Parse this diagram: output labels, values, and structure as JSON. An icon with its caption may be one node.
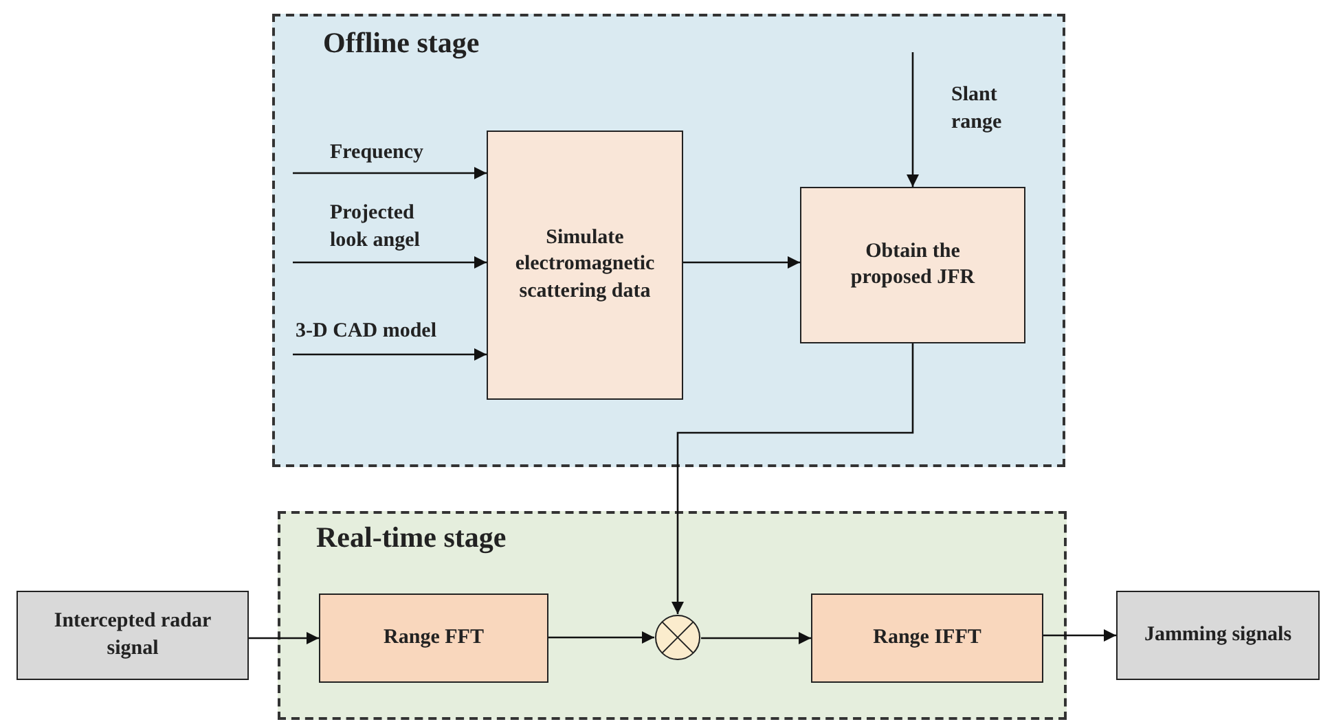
{
  "diagram": {
    "nodes": [
      {
        "text": [
          "Offline stage"
        ]
      },
      {
        "text": [
          "Simulate electromagnetic scattering data"
        ],
        "in": 0
      },
      {
        "text": [
          "Obtain the proposed JFR"
        ],
        "in": 0
      },
      {
        "text": [
          "Real-time stage"
        ]
      },
      {
        "text": [
          "Intercepted radar signal"
        ]
      },
      {
        "text": [
          "Range FFT"
        ],
        "in": 3
      },
      {
        "text": [],
        "shape": "circle",
        "in": 3
      },
      {
        "text": [
          "Range IFFT"
        ],
        "in": 3
      },
      {
        "text": [
          "Jamming signals"
        ]
      }
    ],
    "edges": [
      {
        "from": null,
        "to": 1,
        "arrow": "to",
        "label": "Frequency"
      },
      {
        "from": null,
        "to": 1,
        "arrow": "to",
        "label": "Projected look angel"
      },
      {
        "from": null,
        "to": 1,
        "arrow": "to",
        "label": "3-D CAD model"
      },
      {
        "from": 1,
        "to": 2,
        "arrow": "to"
      },
      {
        "from": null,
        "to": 2,
        "arrow": "to",
        "label": "Slant range"
      },
      {
        "from": 2,
        "to": 6,
        "arrow": "to"
      },
      {
        "from": 4,
        "to": 5,
        "arrow": "to"
      },
      {
        "from": 5,
        "to": 6,
        "arrow": "to"
      },
      {
        "from": 6,
        "to": 7,
        "arrow": "to"
      },
      {
        "from": 7,
        "to": 8,
        "arrow": "to"
      }
    ]
  }
}
